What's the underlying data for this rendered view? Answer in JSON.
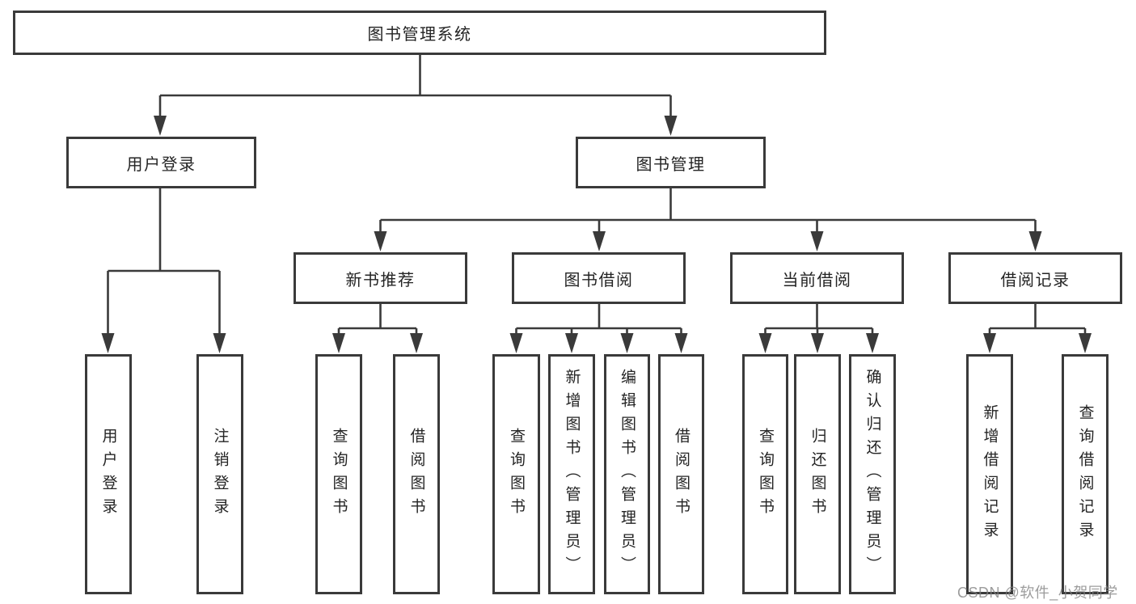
{
  "tree": {
    "label": "图书管理系统",
    "children": [
      {
        "label": "用户登录",
        "children": [
          {
            "label": "用户登录"
          },
          {
            "label": "注销登录"
          }
        ]
      },
      {
        "label": "图书管理",
        "children": [
          {
            "label": "新书推荐",
            "children": [
              {
                "label": "查询图书"
              },
              {
                "label": "借阅图书"
              }
            ]
          },
          {
            "label": "图书借阅",
            "children": [
              {
                "label": "查询图书"
              },
              {
                "label": "新增图书（管理员）"
              },
              {
                "label": "编辑图书（管理员）"
              },
              {
                "label": "借阅图书"
              }
            ]
          },
          {
            "label": "当前借阅",
            "children": [
              {
                "label": "查询图书"
              },
              {
                "label": "归还图书"
              },
              {
                "label": "确认归还（管理员）"
              }
            ]
          },
          {
            "label": "借阅记录",
            "children": [
              {
                "label": "新增借阅记录"
              },
              {
                "label": "查询借阅记录"
              }
            ]
          }
        ]
      }
    ]
  },
  "watermark": "CSDN @软件_小贺同学",
  "colors": {
    "line": "#3a3a3a",
    "box_border": "#3a3a3a",
    "box_fill": "#ffffff",
    "text": "#242424",
    "watermark": "#808080",
    "background": "#ffffff"
  }
}
